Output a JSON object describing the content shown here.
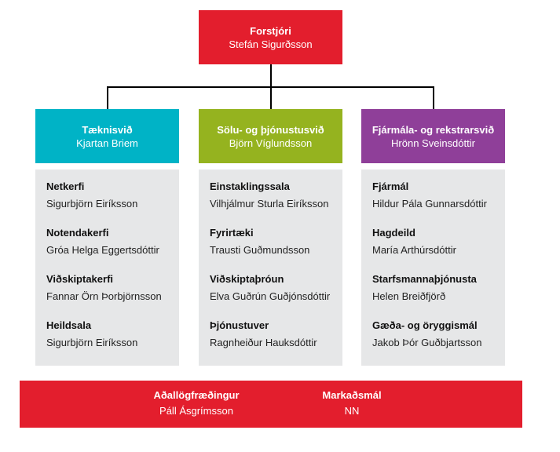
{
  "ceo": {
    "title": "Forstjóri",
    "name": "Stefán Sigurðsson"
  },
  "divisions": [
    {
      "title": "Tæknisvið",
      "name": "Kjartan Briem",
      "units": [
        {
          "title": "Netkerfi",
          "name": "Sigurbjörn Eiríksson"
        },
        {
          "title": "Notendakerfi",
          "name": "Gróa Helga Eggertsdóttir"
        },
        {
          "title": "Viðskiptakerfi",
          "name": "Fannar Örn Þorbjörnsson"
        },
        {
          "title": "Heildsala",
          "name": "Sigurbjörn Eiríksson"
        }
      ]
    },
    {
      "title": "Sölu- og þjónustusvið",
      "name": "Björn Víglundsson",
      "units": [
        {
          "title": "Einstaklingssala",
          "name": "Vilhjálmur Sturla Eiríksson"
        },
        {
          "title": "Fyrirtæki",
          "name": "Trausti Guðmundsson"
        },
        {
          "title": "Viðskiptaþróun",
          "name": "Elva Guðrún Guðjónsdóttir"
        },
        {
          "title": "Þjónustuver",
          "name": "Ragnheiður Hauksdóttir"
        }
      ]
    },
    {
      "title": "Fjármála- og rekstrarsvið",
      "name": "Hrönn Sveinsdóttir",
      "units": [
        {
          "title": "Fjármál",
          "name": "Hildur Pála Gunnarsdóttir"
        },
        {
          "title": "Hagdeild",
          "name": "María Arthúrsdóttir"
        },
        {
          "title": "Starfsmannaþjónusta",
          "name": "Helen Breiðfjörð"
        },
        {
          "title": "Gæða- og öryggismál",
          "name": "Jakob Þór Guðbjartsson"
        }
      ]
    }
  ],
  "staff": [
    {
      "title": "Aðallögfræðingur",
      "name": "Páll Ásgrímsson"
    },
    {
      "title": "Markaðsmál",
      "name": "NN"
    }
  ],
  "colors": {
    "ceo": "#e31e2d",
    "tech": "#00b3c6",
    "sales": "#95b31f",
    "finance": "#8f3f99",
    "panel": "#e6e7e8"
  }
}
